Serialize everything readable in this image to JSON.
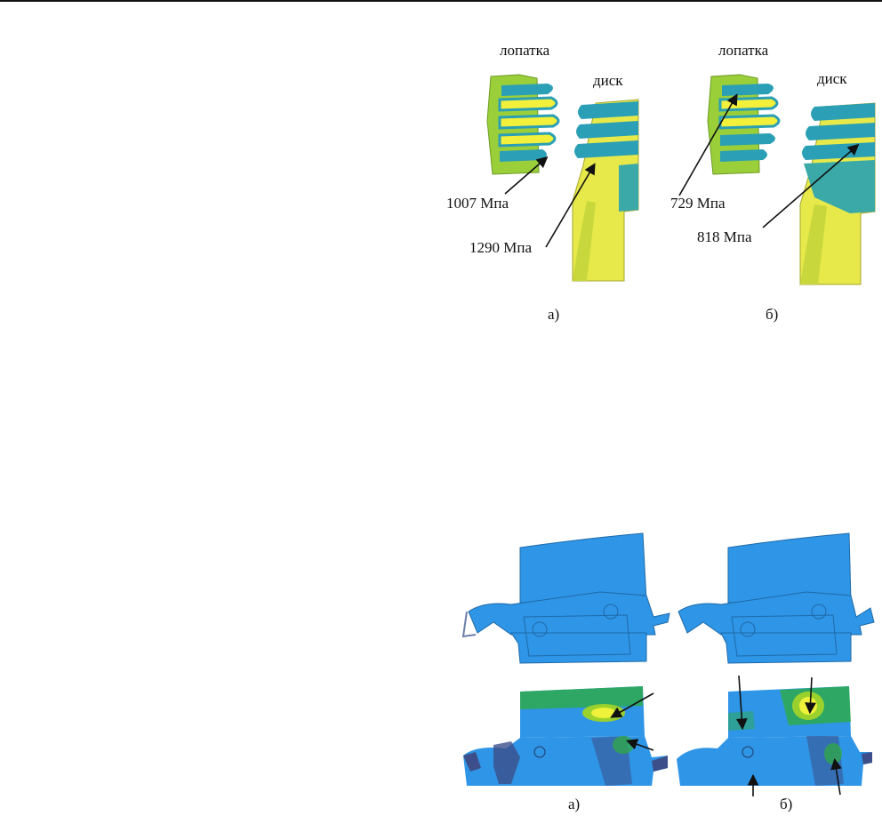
{
  "figure_top": {
    "panel_a": {
      "blade_label": "лопатка",
      "disk_label": "диск",
      "stress_blade": "1007 Мпа",
      "stress_disk": "1290 Мпа",
      "caption": "а)"
    },
    "panel_b": {
      "blade_label": "лопатка",
      "disk_label": "диск",
      "stress_blade": "729 Мпа",
      "stress_disk": "818 Мпа",
      "caption": "б)"
    }
  },
  "figure_bottom": {
    "caption_a": "а)",
    "caption_b": "б)"
  },
  "colors": {
    "blade_green": "#9bcf3a",
    "stripe_yellow": "#f2f03a",
    "stripe_teal": "#2a9fb5",
    "disk_yellow": "#e7e94a",
    "fe_blue": "#2f95e6",
    "fe_dark": "#3c4f8a",
    "hot_green": "#2fae3a",
    "hot_yellow": "#eef23a"
  }
}
